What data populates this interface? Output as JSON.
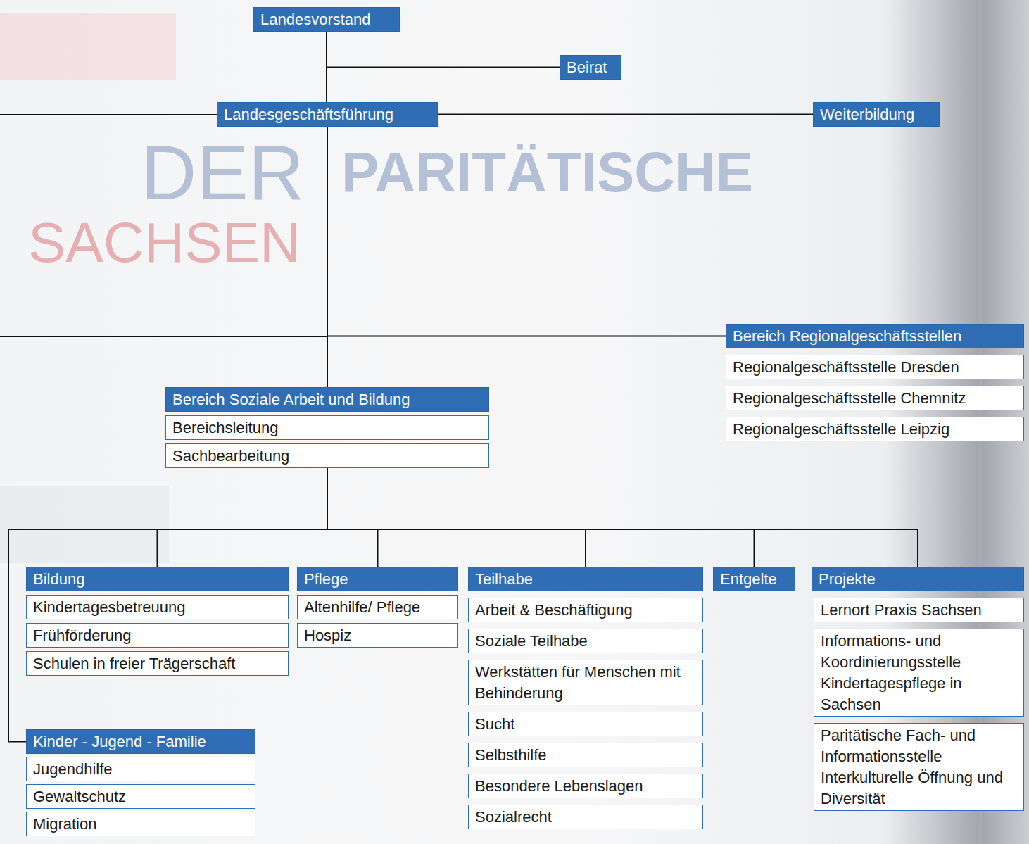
{
  "diagram": {
    "nodes": [
      {
        "text": [
          "Landesvorstand"
        ]
      },
      {
        "text": [
          "Beirat"
        ]
      },
      {
        "text": [
          "Landesgeschäftsführung"
        ]
      },
      {
        "text": [
          "Weiterbildung"
        ]
      },
      {
        "text": [
          "Bereich Regionalgeschäftsstellen"
        ]
      },
      {
        "text": [
          "Regionalgeschäftsstelle Dresden"
        ]
      },
      {
        "text": [
          "Regionalgeschäftsstelle Chemnitz"
        ]
      },
      {
        "text": [
          "Regionalgeschäftsstelle Leipzig"
        ]
      },
      {
        "text": [
          "Bereich Soziale Arbeit und Bildung"
        ]
      },
      {
        "text": [
          "Bereichsleitung"
        ]
      },
      {
        "text": [
          "Sachbearbeitung"
        ]
      },
      {
        "text": [
          "Bildung"
        ]
      },
      {
        "text": [
          "Kindertagesbetreuung"
        ]
      },
      {
        "text": [
          "Frühförderung"
        ]
      },
      {
        "text": [
          "Schulen in freier Trägerschaft"
        ]
      },
      {
        "text": [
          "Pflege"
        ]
      },
      {
        "text": [
          "Altenhilfe/ Pflege"
        ]
      },
      {
        "text": [
          "Hospiz"
        ]
      },
      {
        "text": [
          "Teilhabe"
        ]
      },
      {
        "text": [
          "Arbeit & Beschäftigung"
        ]
      },
      {
        "text": [
          "Soziale Teilhabe"
        ]
      },
      {
        "text": [
          "Werkstätten für Menschen mit Behinderung"
        ]
      },
      {
        "text": [
          "Sucht"
        ]
      },
      {
        "text": [
          "Selbsthilfe"
        ]
      },
      {
        "text": [
          "Besondere Lebenslagen"
        ]
      },
      {
        "text": [
          "Sozialrecht"
        ]
      },
      {
        "text": [
          "Entgelte"
        ]
      },
      {
        "text": [
          "Projekte"
        ]
      },
      {
        "text": [
          "Lernort Praxis Sachsen"
        ]
      },
      {
        "text": [
          "Informations- und Koordinierungsstelle Kindertagespflege in Sachsen"
        ]
      },
      {
        "text": [
          "Paritätische Fach- und Informationsstelle Interkulturelle Öffnung und Diversität"
        ]
      },
      {
        "text": [
          "Kinder - Jugend - Familie"
        ]
      },
      {
        "text": [
          "Jugendhilfe"
        ]
      },
      {
        "text": [
          "Gewaltschutz"
        ]
      },
      {
        "text": [
          "Migration"
        ]
      }
    ],
    "edges": [
      {
        "from": 0,
        "to": 1,
        "arrow": "none"
      },
      {
        "from": 0,
        "to": 2,
        "arrow": "none"
      },
      {
        "from": 2,
        "to": 3,
        "arrow": "none"
      },
      {
        "from": 2,
        "to": 4,
        "arrow": "none"
      },
      {
        "from": 2,
        "to": 8,
        "arrow": "none"
      },
      {
        "from": 10,
        "to": 11,
        "arrow": "none"
      },
      {
        "from": 10,
        "to": 15,
        "arrow": "none"
      },
      {
        "from": 10,
        "to": 18,
        "arrow": "none"
      },
      {
        "from": 10,
        "to": 26,
        "arrow": "none"
      },
      {
        "from": 10,
        "to": 27,
        "arrow": "none"
      },
      {
        "from": 10,
        "to": 31,
        "arrow": "none"
      }
    ],
    "labels": [
      "DER",
      "PARITÄTISCHE",
      "SACHSEN"
    ]
  }
}
